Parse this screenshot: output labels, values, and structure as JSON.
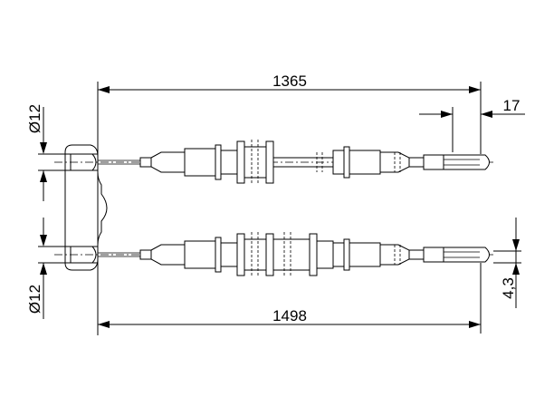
{
  "dimensions": {
    "top_length": "1365",
    "bottom_length": "1498",
    "end_offset": "17",
    "upper_diameter": "Ø12",
    "lower_diameter": "Ø12",
    "offset": "4,3"
  }
}
